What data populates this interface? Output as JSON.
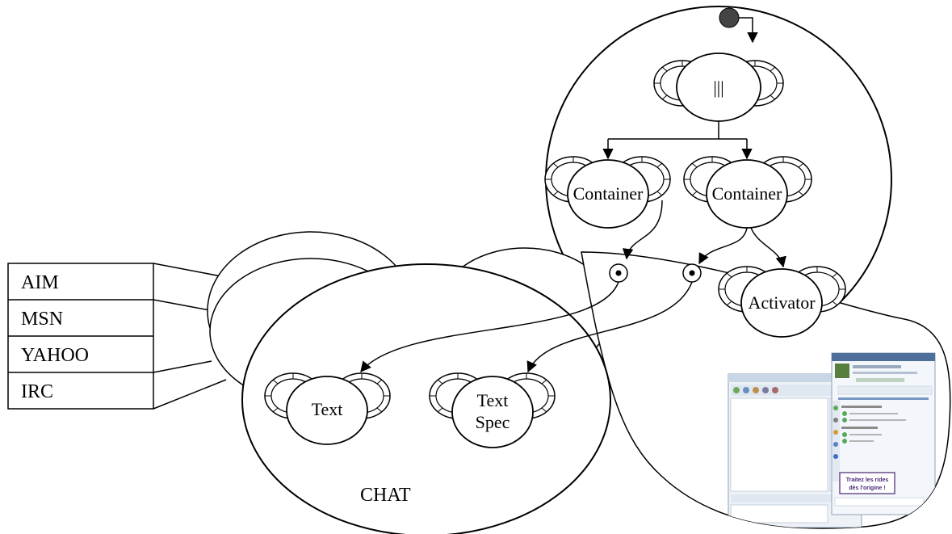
{
  "protocols": {
    "items": [
      {
        "label": "AIM"
      },
      {
        "label": "MSN"
      },
      {
        "label": "YAHOO"
      },
      {
        "label": "IRC"
      }
    ]
  },
  "components": {
    "top_symbol": "|||",
    "container_left": "Container",
    "container_right": "Container",
    "activator": "Activator",
    "text": "Text",
    "text_spec_line1": "Text",
    "text_spec_line2": "Spec",
    "chat_label": "CHAT"
  },
  "screenshot": {
    "banner_line1": "Traitez les rides",
    "banner_line2": "dès l'origine !"
  }
}
